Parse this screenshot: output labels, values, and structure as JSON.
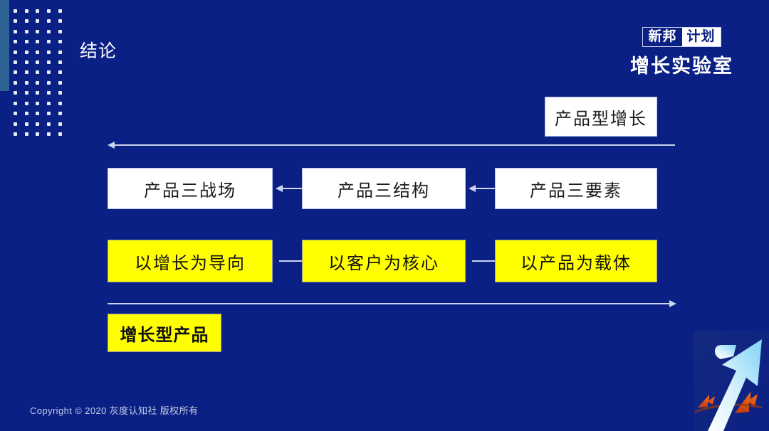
{
  "slide": {
    "background_color": "#0b2084",
    "title": "结论"
  },
  "brand": {
    "top_left": "新邦",
    "top_right": "计划",
    "bottom": "增长实验室",
    "accent_color": "#ffffff"
  },
  "diagram": {
    "headline_box": {
      "label": "产品型增长",
      "style": "white"
    },
    "top_arrow": {
      "direction": "left",
      "label": ""
    },
    "row_white": [
      {
        "label": "产品三战场"
      },
      {
        "label": "产品三结构"
      },
      {
        "label": "产品三要素"
      }
    ],
    "row_white_connectors": [
      {
        "direction": "left"
      },
      {
        "direction": "left"
      }
    ],
    "row_yellow": [
      {
        "label": "以增长为导向"
      },
      {
        "label": "以客户为核心"
      },
      {
        "label": "以产品为载体"
      }
    ],
    "row_yellow_connectors": [
      {
        "direction": "right"
      },
      {
        "direction": "right"
      }
    ],
    "bottom_arrow": {
      "direction": "right",
      "label": ""
    },
    "footer_box": {
      "label": "增长型产品",
      "style": "yellow-bold"
    },
    "colors": {
      "white_box_fill": "#ffffff",
      "yellow_box_fill": "#ffff00",
      "arrow_color": "#cdd4ee"
    }
  },
  "decoration": {
    "dot_grid_icon": "dot-grid",
    "left_bar_color": "#2f6294",
    "corner_arrow_icon": "growth-arrow-icon",
    "corner_arrow_colors": [
      "#bfe9fb",
      "#ffffff",
      "#e8581f"
    ]
  },
  "footer": {
    "copyright": "Copyright © 2020 灰度认知社 版权所有"
  }
}
